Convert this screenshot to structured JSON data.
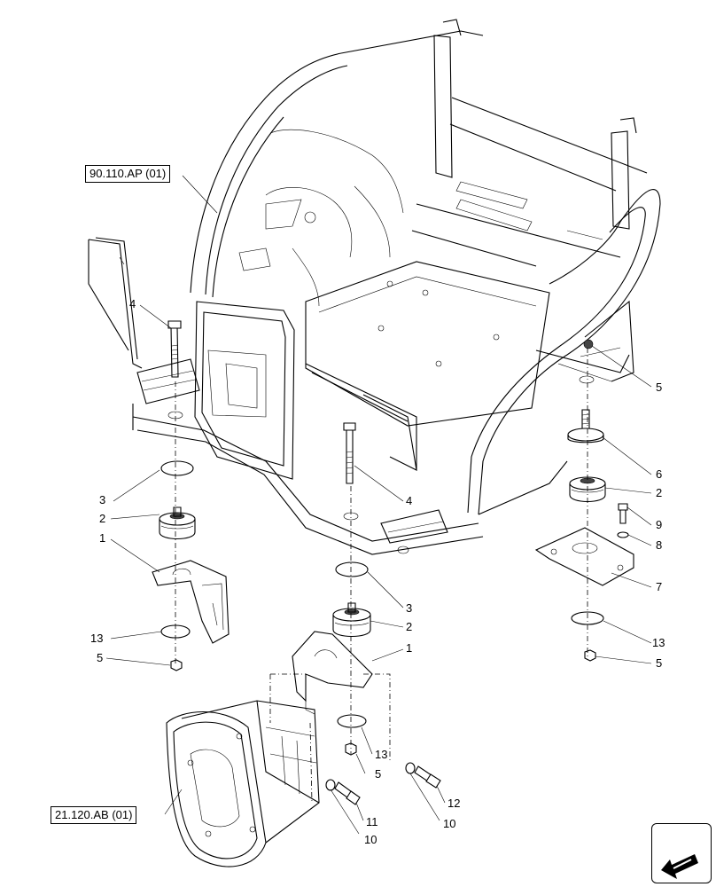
{
  "references": {
    "cab_ref": "90.110.AP (01)",
    "transmission_ref": "21.120.AB (01)"
  },
  "callouts": [
    {
      "id": "c4a",
      "label": "4"
    },
    {
      "id": "c5a",
      "label": "5"
    },
    {
      "id": "c3a",
      "label": "3"
    },
    {
      "id": "c2a",
      "label": "2"
    },
    {
      "id": "c1a",
      "label": "1"
    },
    {
      "id": "c13a",
      "label": "13"
    },
    {
      "id": "c5b",
      "label": "5"
    },
    {
      "id": "c4b",
      "label": "4"
    },
    {
      "id": "c6",
      "label": "6"
    },
    {
      "id": "c2b",
      "label": "2"
    },
    {
      "id": "c9",
      "label": "9"
    },
    {
      "id": "c8",
      "label": "8"
    },
    {
      "id": "c7",
      "label": "7"
    },
    {
      "id": "c3b",
      "label": "3"
    },
    {
      "id": "c2c",
      "label": "2"
    },
    {
      "id": "c1b",
      "label": "1"
    },
    {
      "id": "c13b",
      "label": "13"
    },
    {
      "id": "c5c",
      "label": "5"
    },
    {
      "id": "c13c",
      "label": "13"
    },
    {
      "id": "c5d",
      "label": "5"
    },
    {
      "id": "c11",
      "label": "11"
    },
    {
      "id": "c12",
      "label": "12"
    },
    {
      "id": "c10a",
      "label": "10"
    },
    {
      "id": "c10b",
      "label": "10"
    }
  ],
  "icons": {
    "nav": "arrow-previous-icon"
  }
}
